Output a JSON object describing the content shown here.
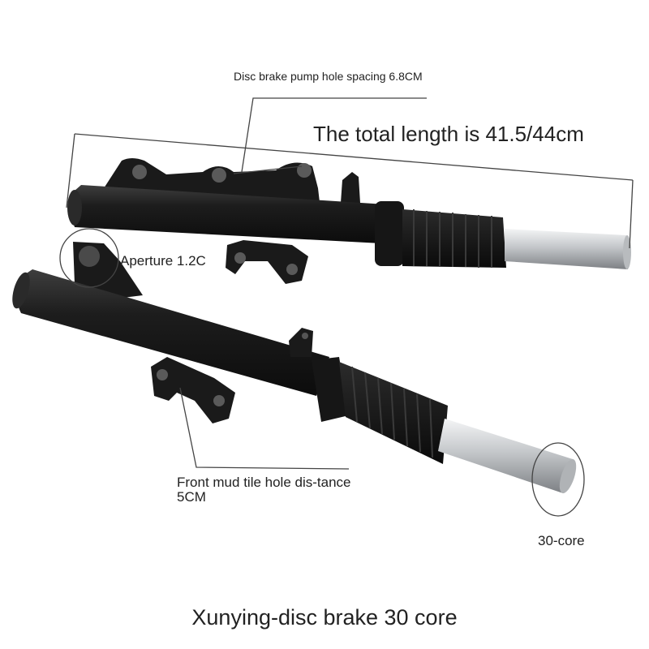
{
  "annotations": {
    "pump_hole_spacing": "Disc brake pump hole spacing 6.8CM",
    "total_length": "The total length is 41.5/44cm",
    "aperture": "Aperture 1.2C",
    "mud_tile_hole": "Front mud tile hole dis-tance 5CM",
    "core_size": "30-core"
  },
  "caption": "Xunying-disc brake 30 core",
  "colors": {
    "fork_body": "#1c1c1c",
    "fork_highlight": "#3a3a3a",
    "chrome": "#cfd2d4",
    "annotation_line": "#444444",
    "background": "#ffffff"
  }
}
